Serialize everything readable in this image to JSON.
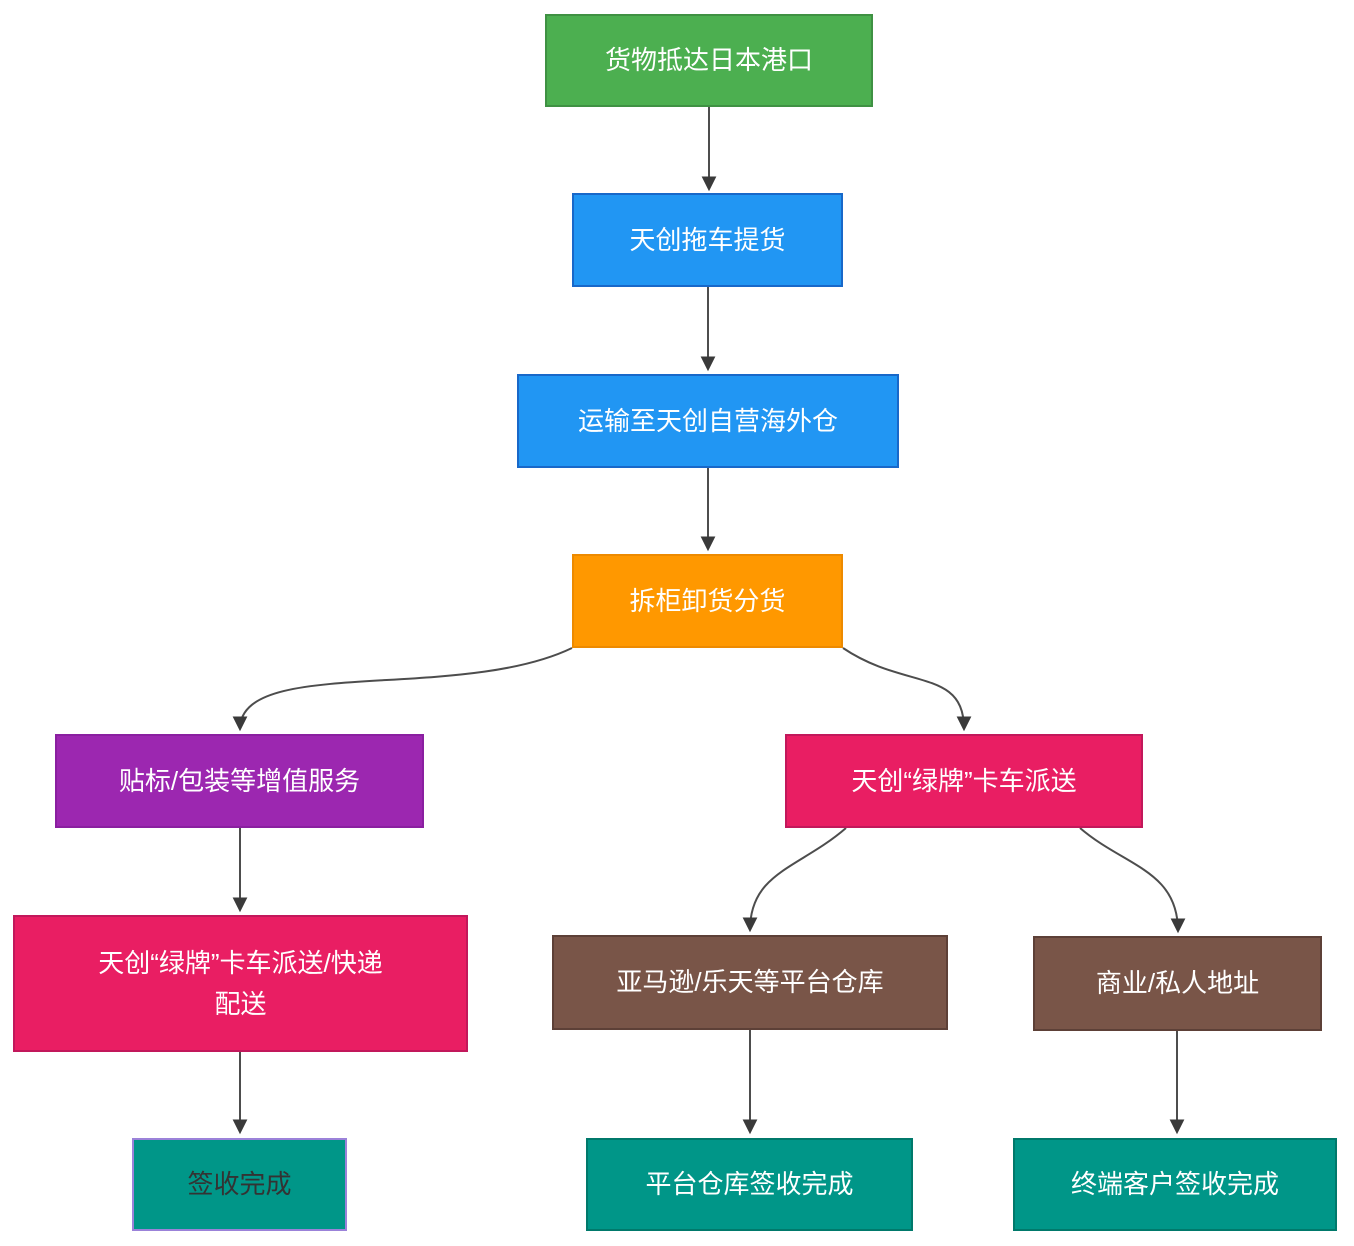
{
  "diagram": {
    "background_color": "#ffffff",
    "connector_color": "#4d4d4d",
    "arrowhead_color": "#3a3a3a",
    "nodes": [
      {
        "id": "arrive-japan-port",
        "label": "货物抵达日本港口",
        "fill": "#4caf50",
        "border": "#3f9143",
        "text_color": "#ffffff"
      },
      {
        "id": "trailer-pickup",
        "label": "天创拖车提货",
        "fill": "#2196f3",
        "border": "#1868c9",
        "text_color": "#ffffff"
      },
      {
        "id": "transport-overseas-warehouse",
        "label": "运输至天创自营海外仓",
        "fill": "#2196f3",
        "border": "#1868c9",
        "text_color": "#ffffff"
      },
      {
        "id": "unpack-unload-sort",
        "label": "拆柜卸货分货",
        "fill": "#ff9800",
        "border": "#ed8a00",
        "text_color": "#ffffff"
      },
      {
        "id": "labeling-packaging-services",
        "label": "贴标/包装等增值服务",
        "fill": "#9c27b0",
        "border": "#8a1fa0",
        "text_color": "#ffffff"
      },
      {
        "id": "green-plate-truck-express",
        "label": "天创“绿牌”卡车派送/快递\n配送",
        "fill": "#e91e63",
        "border": "#c2185b",
        "text_color": "#ffffff"
      },
      {
        "id": "signoff-complete",
        "label": "签收完成",
        "fill": "#009688",
        "border": "#9b82d9",
        "text_color": "#333333"
      },
      {
        "id": "green-plate-truck-delivery",
        "label": "天创“绿牌”卡车派送",
        "fill": "#e91e63",
        "border": "#c2185b",
        "text_color": "#ffffff"
      },
      {
        "id": "platform-warehouse",
        "label": "亚马逊/乐天等平台仓库",
        "fill": "#795548",
        "border": "#5d4037",
        "text_color": "#ffffff"
      },
      {
        "id": "business-private-address",
        "label": "商业/私人地址",
        "fill": "#795548",
        "border": "#5d4037",
        "text_color": "#ffffff"
      },
      {
        "id": "platform-warehouse-signoff",
        "label": "平台仓库签收完成",
        "fill": "#009688",
        "border": "#00796b",
        "text_color": "#ffffff"
      },
      {
        "id": "end-customer-signoff",
        "label": "终端客户签收完成",
        "fill": "#009688",
        "border": "#00796b",
        "text_color": "#ffffff"
      }
    ]
  }
}
